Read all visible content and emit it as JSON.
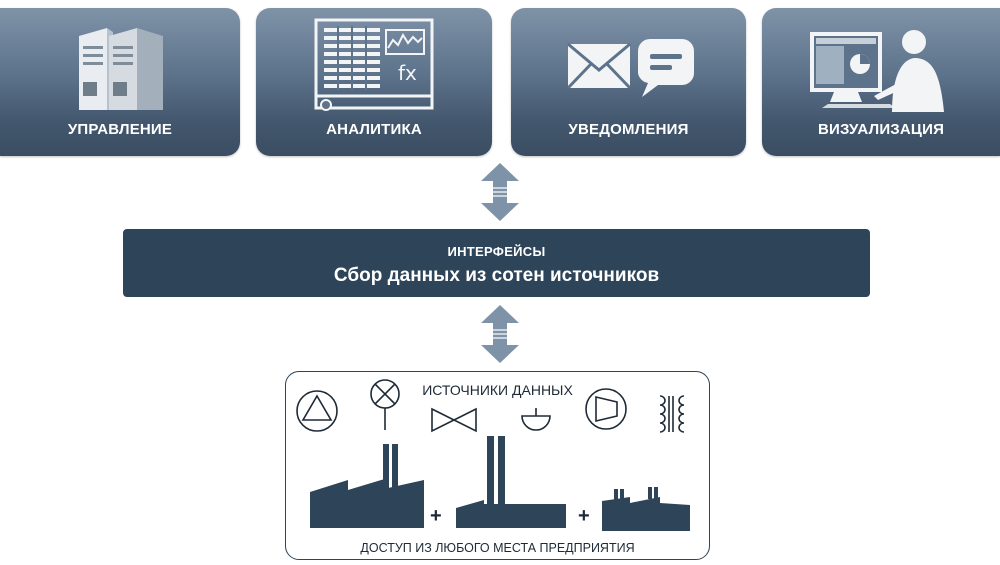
{
  "tiles": {
    "control": "УПРАВЛЕНИЕ",
    "analytics": "АНАЛИТИКА",
    "notifications": "УВЕДОМЛЕНИЯ",
    "visualization": "ВИЗУАЛИЗАЦИЯ",
    "analytics_formula": "fx"
  },
  "interfaces": {
    "title": "ИНТЕРФЕЙСЫ",
    "subtitle": "Сбор данных из сотен источников"
  },
  "sources": {
    "title": "ИСТОЧНИКИ ДАННЫХ",
    "footer": "ДОСТУП ИЗ ЛЮБОГО МЕСТА ПРЕДПРИЯТИЯ",
    "plus": "+"
  },
  "colors": {
    "tile_top": "#7f93a8",
    "tile_bottom": "#3a4d62",
    "panel": "#2e4459",
    "arrow": "#7f93a8",
    "factory": "#2e4459"
  },
  "icons": [
    "server-icon",
    "spreadsheet-icon",
    "envelope-icon",
    "chat-bubble-icon",
    "monitor-user-icon",
    "pump-icon",
    "lamp-icon",
    "valve-icon",
    "dome-icon",
    "compressor-icon",
    "transformer-icon",
    "factory-icon"
  ]
}
